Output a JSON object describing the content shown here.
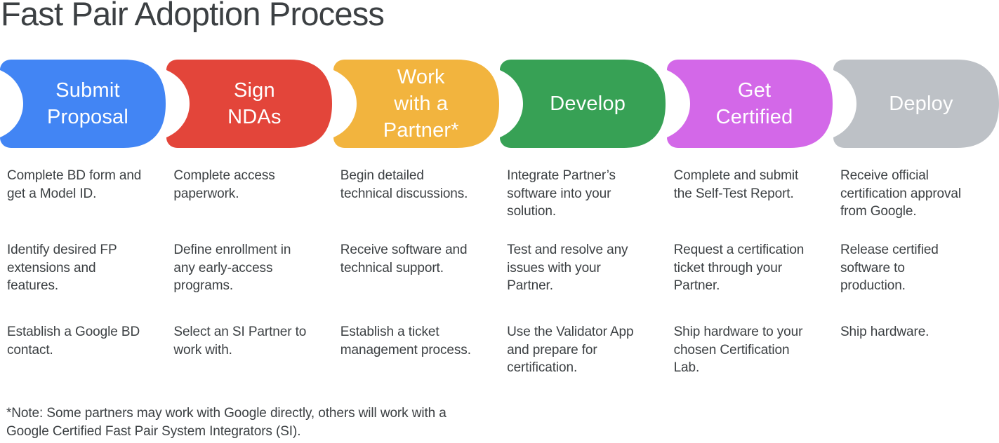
{
  "title": "Fast Pair Adoption Process",
  "colors": {
    "blue": "#4285F4",
    "red": "#E3453A",
    "yellow": "#F2B43E",
    "green": "#37A155",
    "magenta": "#D368E8",
    "gray": "#BDC1C6",
    "body_text": "#3C4043",
    "label_text": "#FFFFFF"
  },
  "steps": [
    {
      "label": "Submit\nProposal",
      "color": "#4285F4",
      "details": [
        "Complete BD form and\nget a Model ID.",
        "Identify desired FP\nextensions and\nfeatures.",
        "Establish a Google BD\ncontact."
      ]
    },
    {
      "label": "Sign\nNDAs",
      "color": "#E3453A",
      "details": [
        "Complete access\npaperwork.",
        "Define enrollment in\nany early-access\nprograms.",
        "Select an SI Partner to\nwork with."
      ]
    },
    {
      "label": "Work\nwith a\nPartner*",
      "color": "#F2B43E",
      "details": [
        "Begin detailed\ntechnical discussions.",
        "Receive software and\ntechnical support.",
        "Establish a ticket\nmanagement process."
      ]
    },
    {
      "label": "Develop",
      "color": "#37A155",
      "details": [
        "Integrate Partner’s\nsoftware into your\nsolution.",
        "Test and resolve any\nissues with your\nPartner.",
        "Use the Validator App\nand prepare for\ncertification."
      ]
    },
    {
      "label": "Get\nCertified",
      "color": "#D368E8",
      "details": [
        "Complete and submit\nthe Self-Test Report.",
        "Request a certification\nticket through your\nPartner.",
        "Ship hardware to your\nchosen Certification\nLab."
      ]
    },
    {
      "label": "Deploy",
      "color": "#BDC1C6",
      "details": [
        "Receive official\ncertification approval\nfrom Google.",
        "Release certified\nsoftware to\nproduction.",
        "Ship hardware."
      ]
    }
  ],
  "footnote": "*Note: Some partners may work with Google directly, others will work with a\nGoogle Certified Fast Pair System Integrators (SI)."
}
